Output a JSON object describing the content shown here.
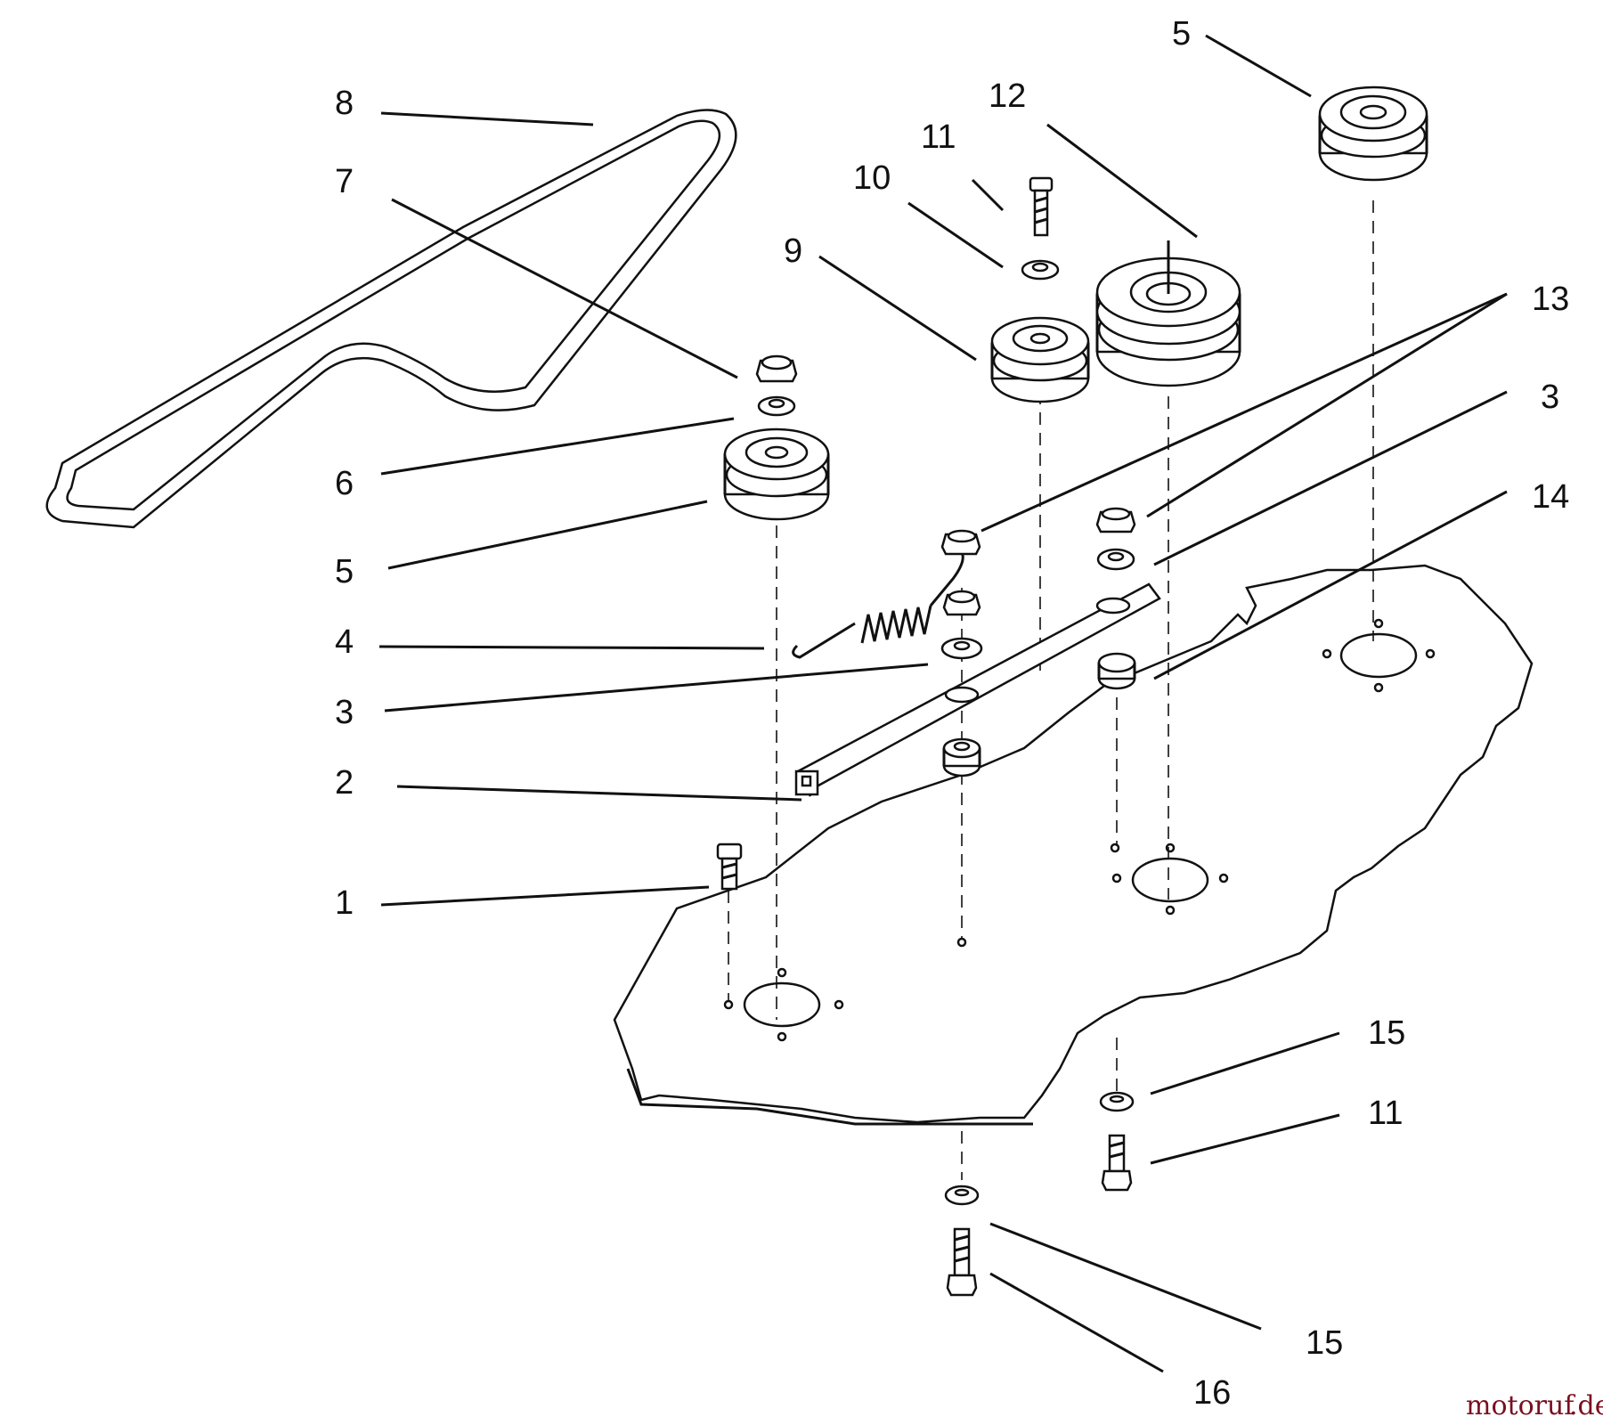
{
  "callouts": {
    "c1": "1",
    "c2": "2",
    "c3a": "3",
    "c3b": "3",
    "c4": "4",
    "c5a": "5",
    "c5b": "5",
    "c6": "6",
    "c7": "7",
    "c8": "8",
    "c9": "9",
    "c10": "10",
    "c11a": "11",
    "c11b": "11",
    "c12": "12",
    "c13": "13",
    "c14": "14",
    "c15a": "15",
    "c15b": "15",
    "c16": "16"
  },
  "watermark": {
    "brand": "motoruf",
    "suffix": ".de"
  },
  "colors": {
    "line": "#111111",
    "background": "#ffffff",
    "watermark_brand": "#7a1020",
    "watermark_accent": "#2a8a3a"
  }
}
